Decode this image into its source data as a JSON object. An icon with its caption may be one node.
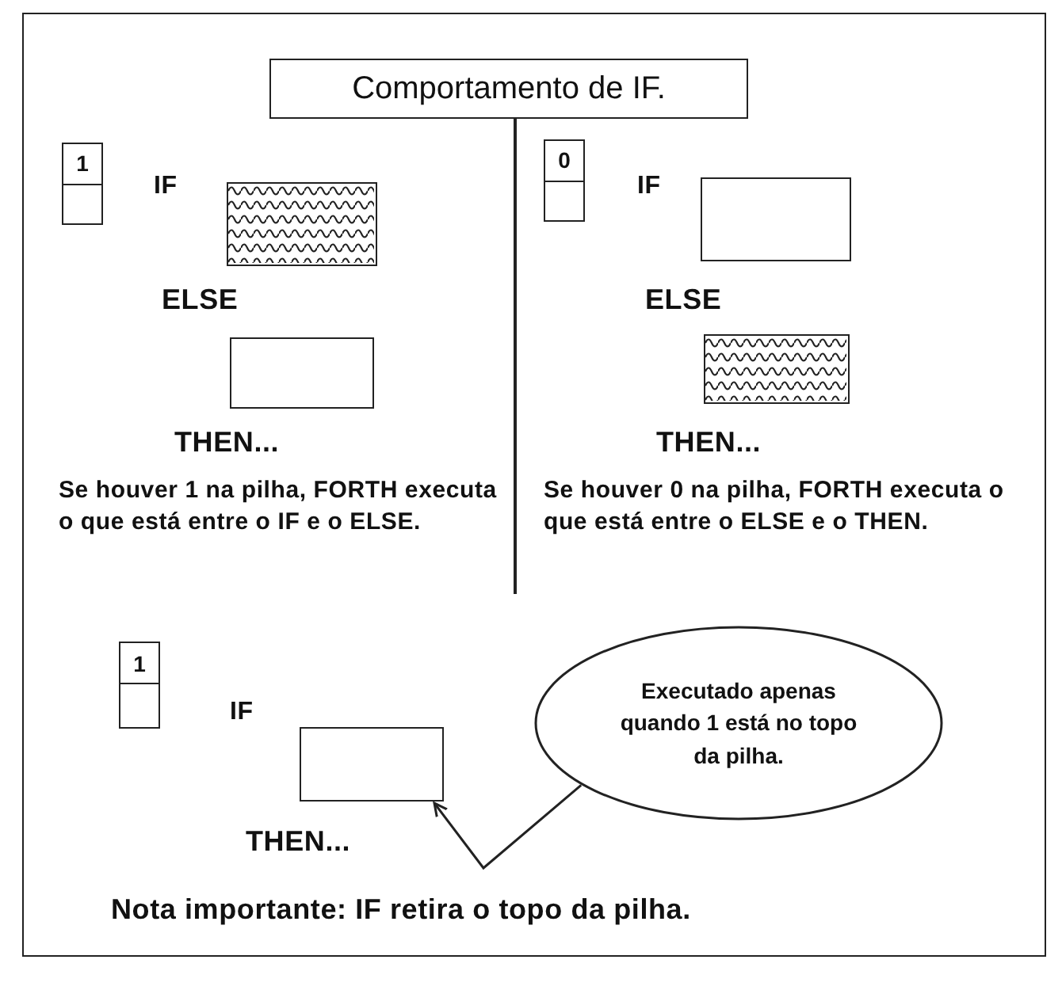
{
  "diagram": {
    "title": "Comportamento de IF.",
    "nodes": [
      {
        "text": [
          "1"
        ]
      },
      {
        "text": [],
        "shape": "box"
      },
      {
        "text": [],
        "shape": "box"
      },
      {
        "text": [
          "0"
        ]
      },
      {
        "text": [],
        "shape": "box"
      },
      {
        "text": [],
        "shape": "box"
      },
      {
        "text": [
          "1"
        ]
      },
      {
        "text": [],
        "shape": "box"
      },
      {
        "text": [
          "Executado apenas quando 1 está no topo da pilha."
        ]
      }
    ],
    "edges": [
      {
        "from": 8,
        "to": 7,
        "arrow": "to"
      }
    ],
    "labels": [
      "IF",
      "ELSE",
      "THEN...",
      "Se houver 1 na pilha, FORTH executa o que está entre o IF e o ELSE.",
      "IF",
      "ELSE",
      "THEN...",
      "Se houver 0 na pilha, FORTH executa o que está entre o ELSE e o THEN.",
      "IF",
      "THEN...",
      "Nota importante: IF retira o topo da pilha."
    ]
  }
}
